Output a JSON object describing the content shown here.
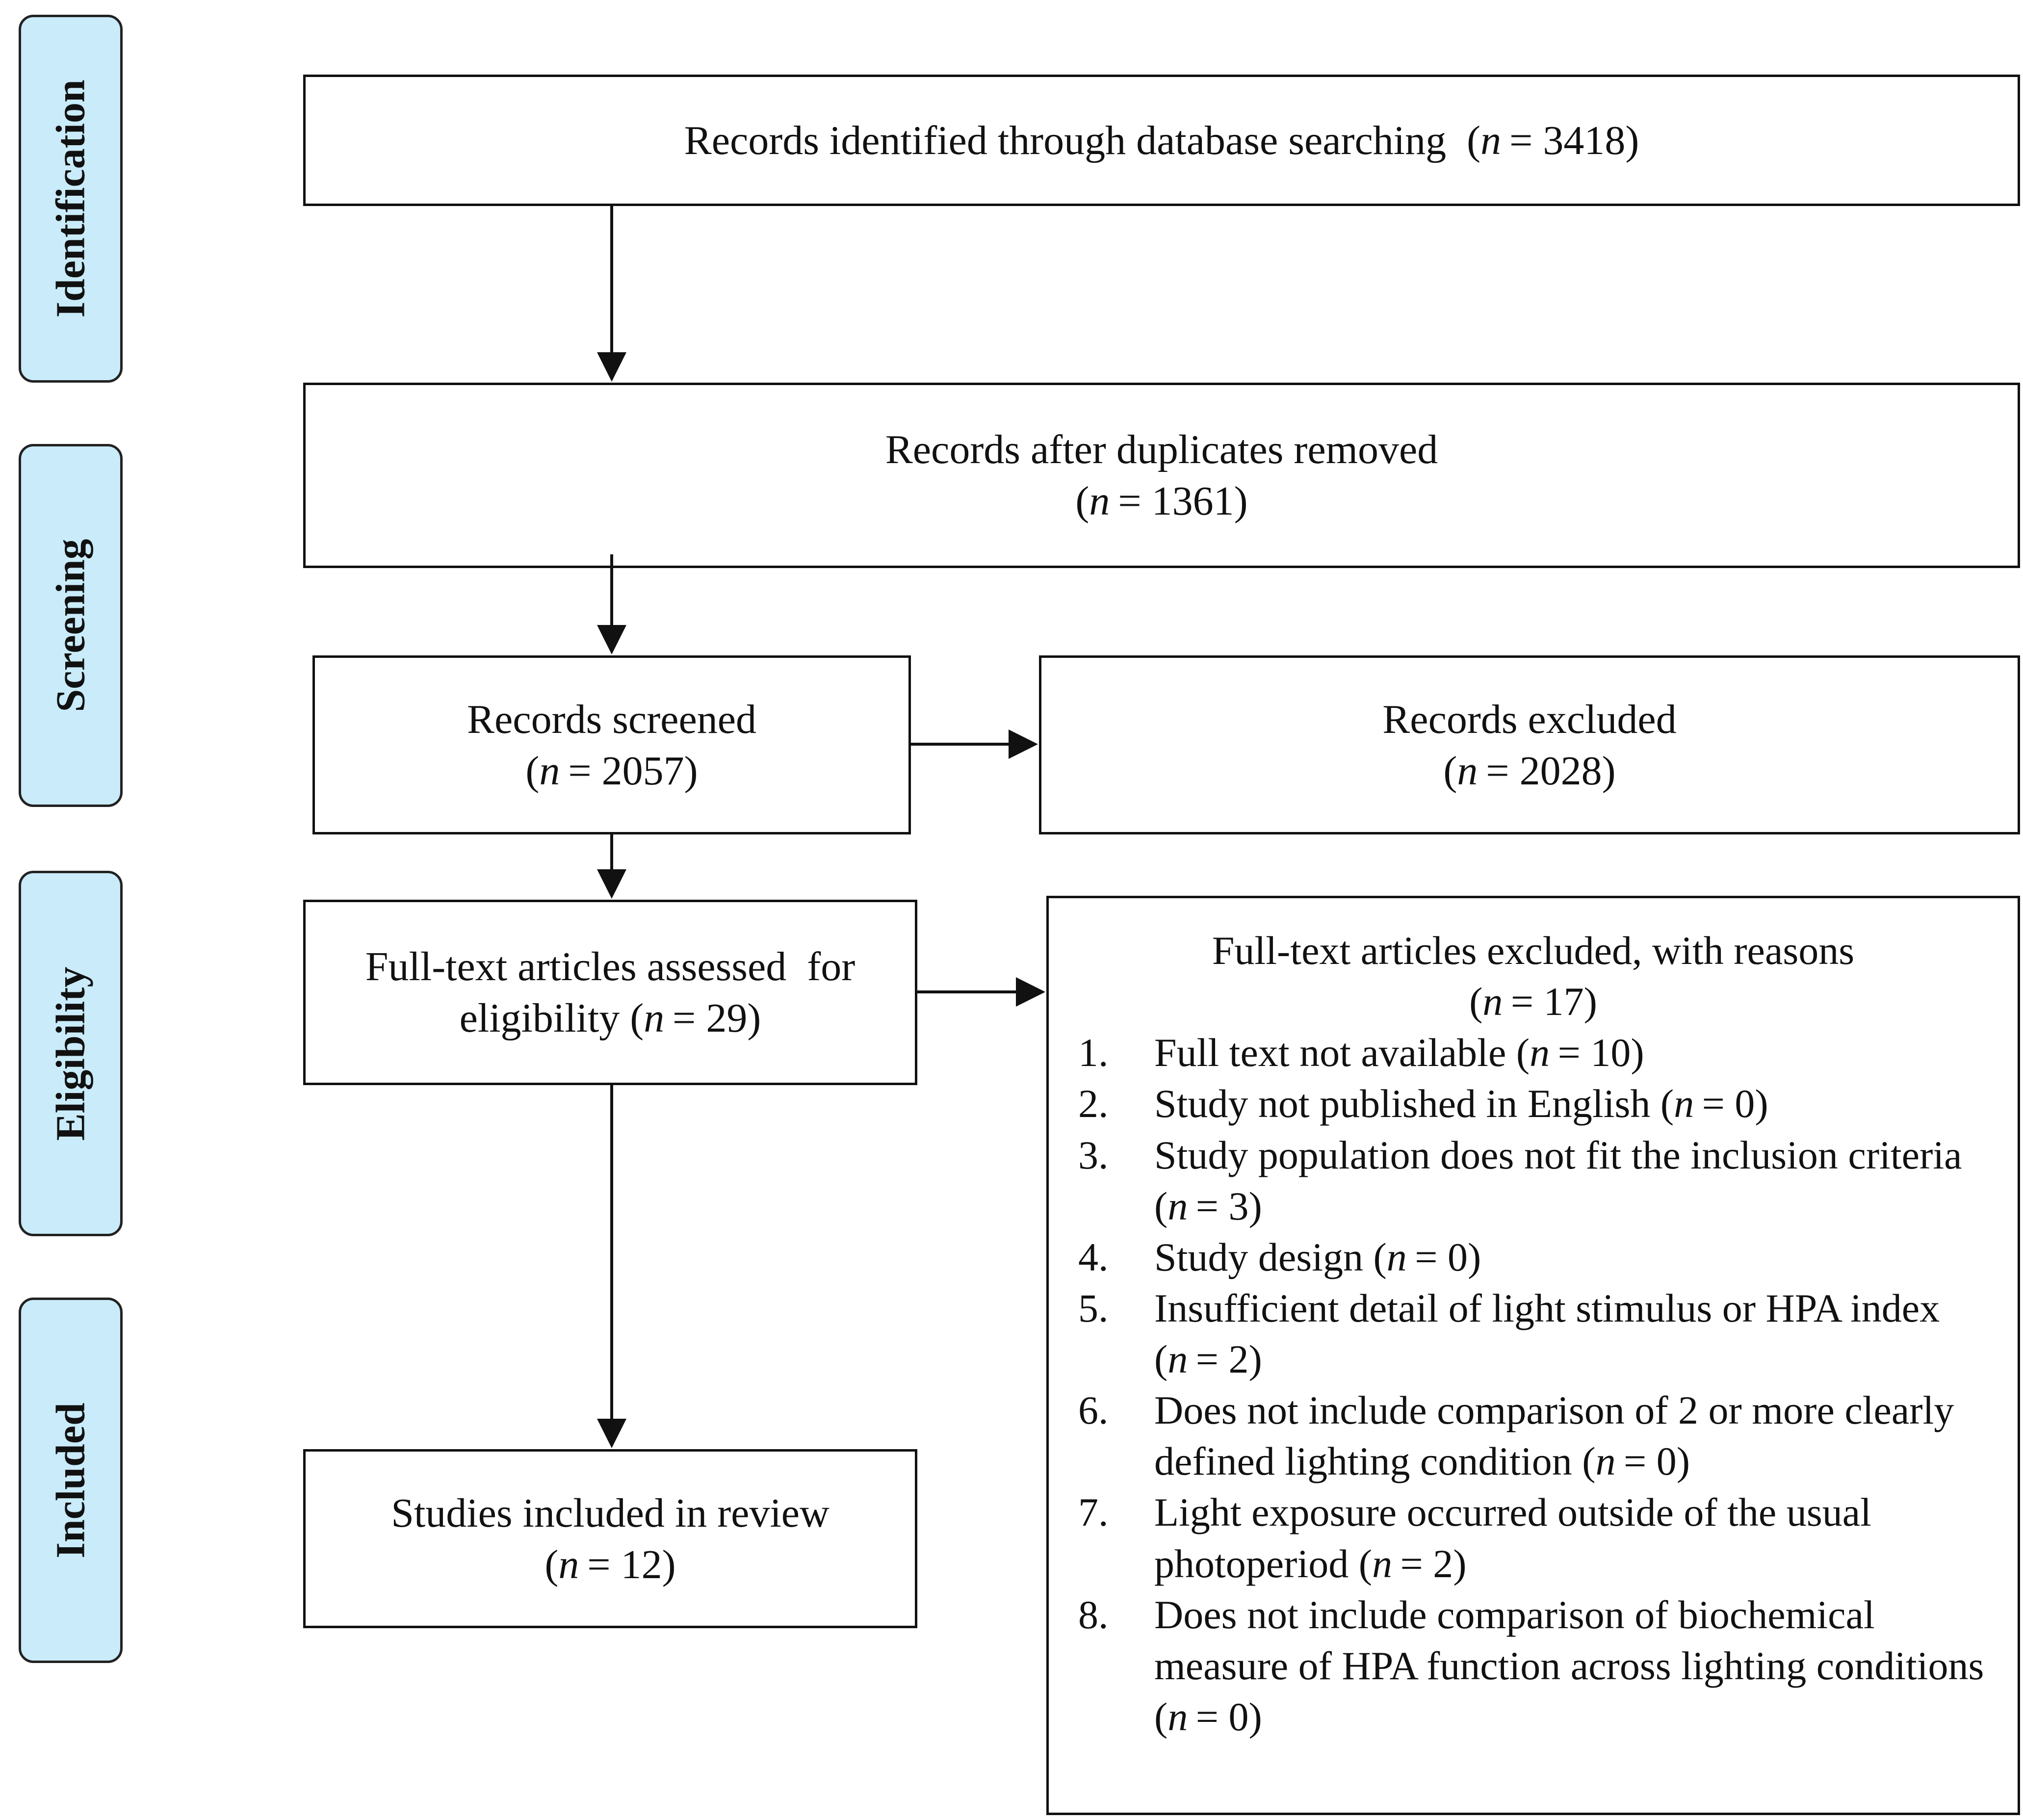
{
  "phases": {
    "identification": "Identification",
    "screening": "Screening",
    "eligibility": "Eligibility",
    "included": "Included"
  },
  "n_symbol": "n",
  "boxes": {
    "identified": {
      "text": "Records identified through database searching",
      "count": "= 3418"
    },
    "after_duplicates": {
      "text": "Records after duplicates removed",
      "count": "= 1361"
    },
    "screened": {
      "text": "Records screened",
      "count": "= 2057"
    },
    "excluded": {
      "text": "Records excluded",
      "count": "= 2028"
    },
    "fulltext": {
      "text_line1": "Full-text articles assessed  for",
      "text_line2": "eligibility",
      "count": "= 29"
    },
    "included": {
      "text": "Studies included in review",
      "count": "= 12"
    }
  },
  "fulltext_excluded": {
    "title": "Full-text articles excluded, with reasons",
    "count": "= 17",
    "reasons": [
      {
        "num": "1.",
        "text": "Full text not available",
        "count": "= 10"
      },
      {
        "num": "2.",
        "text": "Study not published in English",
        "count": "= 0"
      },
      {
        "num": "3.",
        "text": "Study population does not fit the inclusion criteria",
        "count": "= 3"
      },
      {
        "num": "4.",
        "text": "Study design",
        "count": "= 0"
      },
      {
        "num": "5.",
        "text": "Insufficient detail of light stimulus or HPA index",
        "count": "= 2"
      },
      {
        "num": "6.",
        "text": "Does not include comparison of 2 or more clearly defined lighting condition",
        "count": "= 0"
      },
      {
        "num": "7.",
        "text": "Light exposure occurred outside of the usual photoperiod",
        "count": "= 2"
      },
      {
        "num": "8.",
        "text": "Does not include comparison of biochemical measure of HPA function across lighting conditions",
        "count": "= 0"
      }
    ]
  }
}
